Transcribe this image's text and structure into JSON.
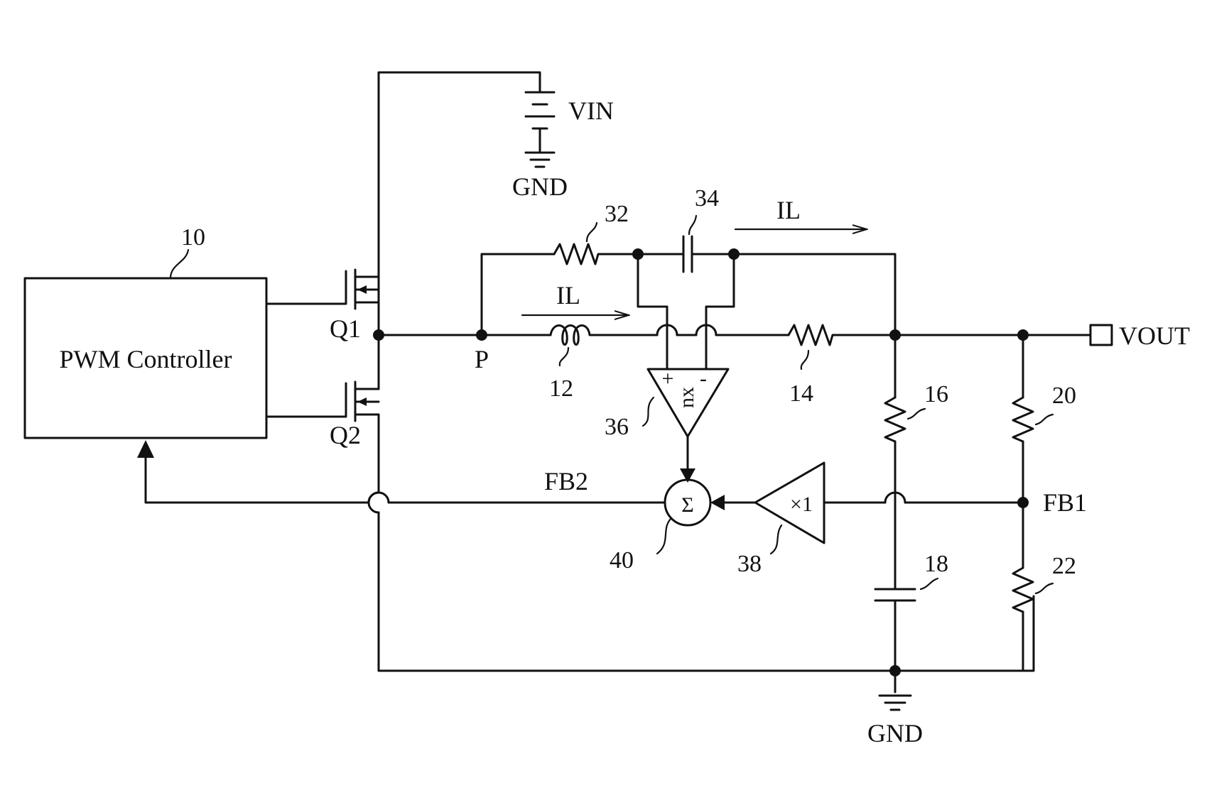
{
  "blocks": {
    "pwm_controller": {
      "label": "PWM Controller",
      "ref": "10"
    }
  },
  "sources": {
    "vin": "VIN",
    "gnd_top": "GND",
    "gnd_bottom": "GND"
  },
  "transistors": {
    "q1": "Q1",
    "q2": "Q2"
  },
  "nodes": {
    "p": "P",
    "vout": "VOUT",
    "fb1": "FB1",
    "fb2": "FB2"
  },
  "currents": {
    "il_top": "IL",
    "il_inductor": "IL"
  },
  "refs": {
    "inductor": "12",
    "resistor_14": "14",
    "resistor_16": "16",
    "capacitor_18": "18",
    "resistor_20": "20",
    "resistor_22": "22",
    "resistor_32": "32",
    "capacitor_34": "34",
    "amplifier_36": "36",
    "buffer_38": "38",
    "summer_40": "40"
  },
  "symbols": {
    "amp_gain": "nx",
    "amp_plus": "+",
    "amp_minus": "-",
    "buffer_gain": "×1",
    "summer": "Σ"
  }
}
